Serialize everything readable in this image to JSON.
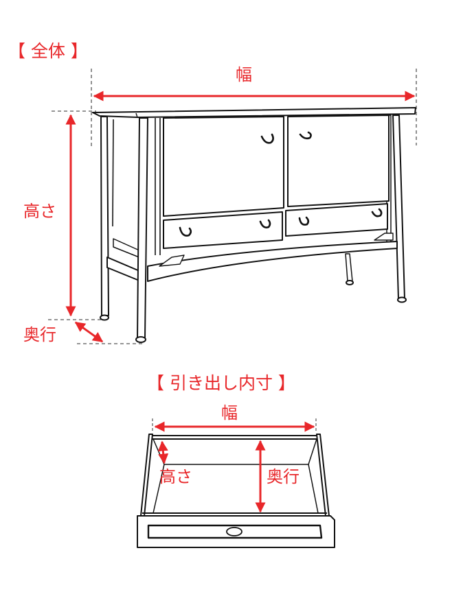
{
  "overall": {
    "heading": "【 全体 】",
    "width_label": "幅",
    "height_label": "高さ",
    "depth_label": "奥行"
  },
  "drawer_inner": {
    "heading": "【 引き出し内寸 】",
    "width_label": "幅",
    "height_label": "高さ",
    "depth_label": "奥行"
  },
  "colors": {
    "annotation": "#e8272a",
    "line": "#111111",
    "guide": "#555555"
  }
}
